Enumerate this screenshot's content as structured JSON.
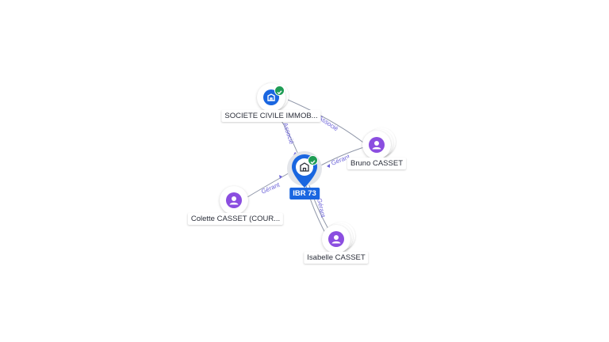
{
  "center": {
    "label": "IBR 73",
    "icon": "building-icon",
    "verified": true
  },
  "nodes": [
    {
      "id": "sci",
      "label": "SOCIETE CIVILE IMMOB...",
      "kind": "company",
      "icon": "building-icon",
      "verified": true
    },
    {
      "id": "bruno",
      "label": "Bruno CASSET",
      "kind": "person",
      "icon": "person-icon"
    },
    {
      "id": "colette",
      "label": "Colette CASSET (COUR...",
      "kind": "person",
      "icon": "person-icon"
    },
    {
      "id": "isabelle",
      "label": "Isabelle CASSET",
      "kind": "person",
      "icon": "person-icon"
    }
  ],
  "edges": [
    {
      "from": "sci",
      "to": "center",
      "label": "Associé"
    },
    {
      "from": "bruno",
      "to": "sci",
      "label": "Associé"
    },
    {
      "from": "bruno",
      "to": "center",
      "label": "Gérant"
    },
    {
      "from": "colette",
      "to": "center",
      "label": "Gérant"
    },
    {
      "from": "isabelle",
      "to": "center",
      "label": "Gérant"
    }
  ],
  "colors": {
    "company": "#1a66e0",
    "person": "#8b4ee0",
    "verified": "#1f9d55",
    "edge_label": "#6c63d9"
  }
}
